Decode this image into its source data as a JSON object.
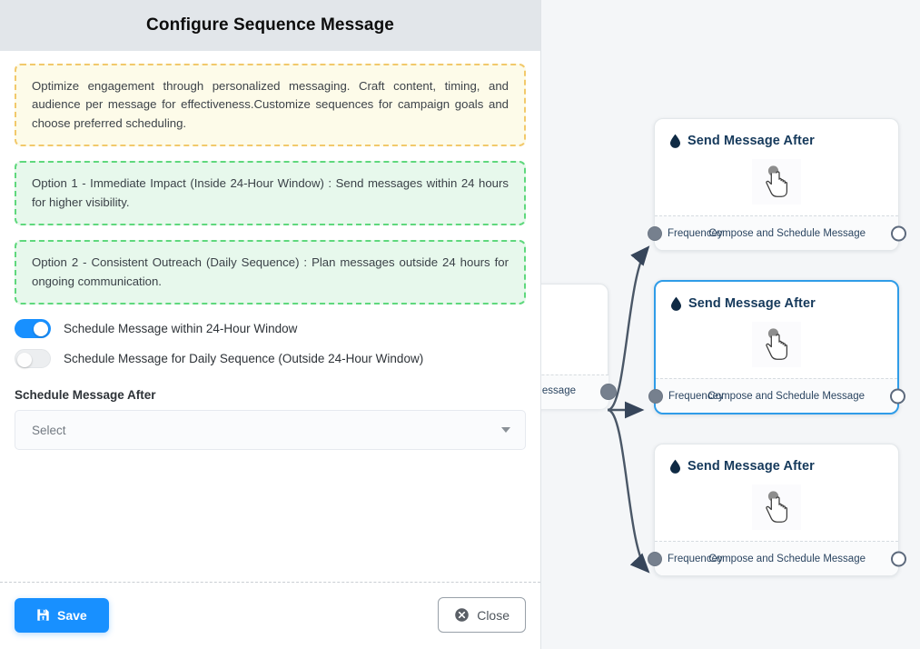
{
  "panel": {
    "title": "Configure Sequence Message",
    "alerts": [
      {
        "kind": "note",
        "text": "Optimize engagement through personalized messaging. Craft content, timing, and audience per message for effectiveness.Customize sequences for campaign goals and choose preferred scheduling."
      },
      {
        "kind": "option",
        "text": "Option 1 - Immediate Impact (Inside 24-Hour Window) : Send messages within 24 hours for higher visibility."
      },
      {
        "kind": "option",
        "text": "Option 2 - Consistent Outreach (Daily Sequence) : Plan messages outside 24 hours for ongoing communication."
      }
    ],
    "toggles": [
      {
        "label": "Schedule Message within 24-Hour Window",
        "state": "on"
      },
      {
        "label": "Schedule Message for Daily Sequence (Outside 24-Hour Window)",
        "state": "off"
      }
    ],
    "schedule_field": {
      "label": "Schedule Message After",
      "value": "Select",
      "caret_icon": "chevron-down-icon"
    },
    "footer": {
      "save_label": "Save",
      "save_icon": "save-floppy-icon",
      "save_color": "#1890ff",
      "close_label": "Close",
      "close_icon": "close-circle-icon"
    }
  },
  "canvas": {
    "background_color": "#f4f6f8",
    "edge_color": "#4a5767",
    "selected_border_color": "#2f9ce8",
    "partial_node": {
      "foot_right_label": "ce Message"
    },
    "nodes": [
      {
        "title": "Send Message After",
        "title_icon": "water-drop-icon",
        "center_icon": "tap-hand-icon",
        "foot_left_label": "Frequencey",
        "foot_right_label": "Compose and Schedule Message",
        "selected": false
      },
      {
        "title": "Send Message After",
        "title_icon": "water-drop-icon",
        "center_icon": "tap-hand-icon",
        "foot_left_label": "Frequencey",
        "foot_right_label": "Compose and Schedule Message",
        "selected": true
      },
      {
        "title": "Send Message After",
        "title_icon": "water-drop-icon",
        "center_icon": "tap-hand-icon",
        "foot_left_label": "Frequencey",
        "foot_right_label": "Compose and Schedule Message",
        "selected": false
      }
    ]
  }
}
